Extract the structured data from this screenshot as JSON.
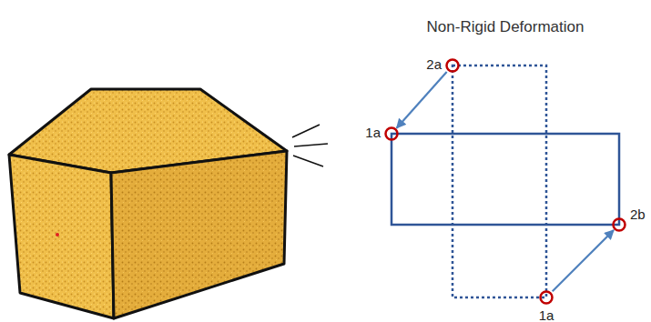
{
  "diagram": {
    "title": "Non-Rigid Deformation",
    "nodes": [
      {
        "text": [
          "2a"
        ]
      },
      {
        "text": [
          "1a"
        ]
      },
      {
        "text": [
          "2b"
        ]
      },
      {
        "text": [
          "1a"
        ]
      }
    ],
    "edges": [
      {
        "from": 0,
        "to": 1,
        "arrow": "to"
      },
      {
        "from": 3,
        "to": 2,
        "arrow": "to"
      }
    ]
  }
}
